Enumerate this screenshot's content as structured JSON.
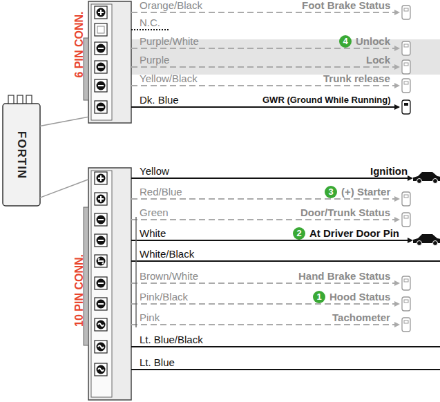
{
  "diagram": {
    "nodes": [
      {
        "text": [
          "FORTIN"
        ]
      },
      {
        "text": [
          "6 PIN CONN."
        ]
      },
      {
        "text": [
          "10 PIN CONN."
        ]
      }
    ],
    "edges": [
      {
        "from": 0,
        "to": 1,
        "arrow": "none"
      },
      {
        "from": 0,
        "to": 2,
        "arrow": "none"
      }
    ],
    "labels": [
      "Orange/Black",
      "Foot Brake Status",
      "N.C.",
      "Purple/White",
      "4",
      "Unlock",
      "Purple",
      "Lock",
      "Yellow/Black",
      "Trunk release",
      "Dk. Blue",
      "GWR (Ground While Running)",
      "Yellow",
      "Ignition",
      "Red/Blue",
      "3",
      "(+) Starter",
      "Green",
      "Door/Trunk Status",
      "White",
      "2",
      "At Driver Door Pin",
      "White/Black",
      "Brown/White",
      "Hand Brake Status",
      "Pink/Black",
      "1",
      "Hood Status",
      "Pink",
      "Tachometer",
      "Lt. Blue/Black",
      "Lt. Blue"
    ]
  }
}
